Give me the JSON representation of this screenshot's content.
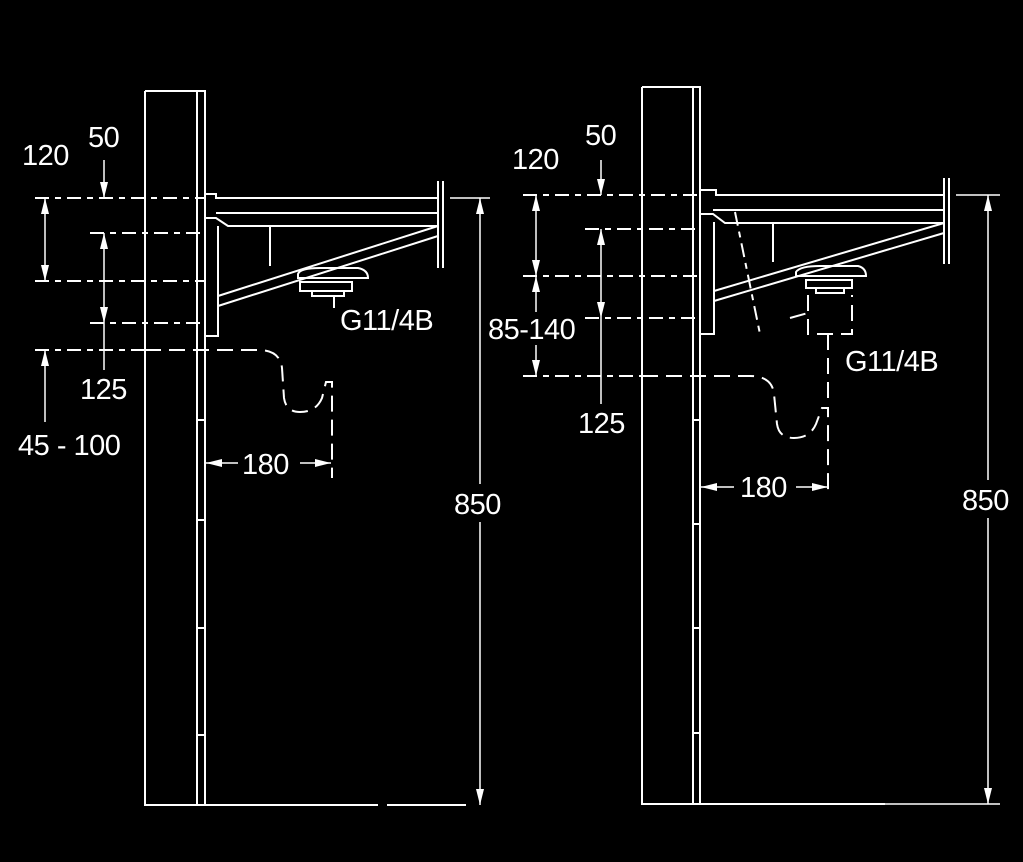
{
  "colors": {
    "background": "#000000",
    "line": "#ffffff"
  },
  "left_view": {
    "dim_120": "120",
    "dim_50": "50",
    "dim_125": "125",
    "dim_45_100": "45 - 100",
    "dim_180": "180",
    "dim_850": "850",
    "outlet": "G11/4B"
  },
  "right_view": {
    "dim_120": "120",
    "dim_50": "50",
    "dim_85_140": "85-140",
    "dim_125": "125",
    "dim_180": "180",
    "dim_850": "850",
    "outlet": "G11/4B"
  }
}
